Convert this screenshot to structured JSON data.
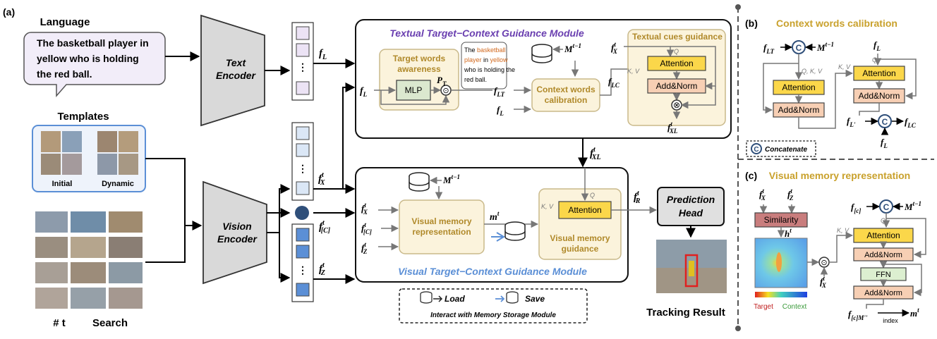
{
  "panel_a": {
    "tag": "(a)",
    "language_title": "Language",
    "language_lines": [
      "The basketball player in",
      "yellow who is holding",
      "the red ball."
    ],
    "templates_title": "Templates",
    "template_initial": "Initial",
    "template_dynamic": "Dynamic",
    "search_t": "# t",
    "search_label": "Search",
    "text_encoder": [
      "Text",
      "Encoder"
    ],
    "vision_encoder": [
      "Vision",
      "Encoder"
    ],
    "feature_labels": {
      "fL": "f",
      "fL_sub": "L",
      "fX": "f",
      "fX_sup": "t",
      "fX_sub": "X",
      "fC": "f",
      "fC_sup": "t",
      "fC_sub": "[C]",
      "fZ": "f",
      "fZ_sup": "t",
      "fZ_sub": "Z"
    },
    "textual_module": {
      "title": "Textual Target−Context Guidance Module",
      "target_words": [
        "Target words",
        "awareness"
      ],
      "mlp": "MLP",
      "pT": "P",
      "pT_sub": "T",
      "odot": "⊙",
      "example_lines": [
        "The basketball",
        "player in yellow",
        "who is holding the",
        "red ball."
      ],
      "mt1": "M",
      "mt1_sup": "t−1",
      "context_calibration": [
        "Context words",
        "calibration"
      ],
      "fLT": "f",
      "fLT_sub": "LT",
      "fL2": "f",
      "fL2_sub": "L",
      "fLC": "f",
      "fLC_sub": "LC",
      "textual_cues": "Textual cues guidance",
      "q_label": "Q",
      "kv_label": "K, V",
      "attention": "Attention",
      "addnorm": "Add&Norm",
      "otimes": "⊗",
      "fXL": "f",
      "fXL_sup": "t",
      "fXL_sub": "XL",
      "fX_in": "f",
      "fX_in_sup": "t",
      "fX_in_sub": "X"
    },
    "visual_module": {
      "title": "Visual Target−Context Guidance Module",
      "mt1": "M",
      "mt1_sup": "t−1",
      "visual_memory_repr": [
        "Visual memory",
        "representation"
      ],
      "mt": "m",
      "mt_sup": "t",
      "kv_label": "K, V",
      "q_label": "Q",
      "attention": "Attention",
      "visual_memory_guidance": [
        "Visual memory",
        "guidance"
      ],
      "fX": "f",
      "fX_sup": "t",
      "fX_sub": "X",
      "fC": "f",
      "fC_sup": "t",
      "fC_sub": "[C]",
      "fZ": "f",
      "fZ_sup": "t",
      "fZ_sub": "Z",
      "fXL": "f",
      "fXL_sup": "t",
      "fXL_sub": "XL",
      "fR": "f",
      "fR_sup": "t",
      "fR_sub": "R"
    },
    "prediction_head": [
      "Prediction",
      "Head"
    ],
    "tracking_result": "Tracking Result",
    "legend": {
      "load": "Load",
      "save": "Save",
      "caption": "Interact with Memory Storage Module"
    }
  },
  "panel_b": {
    "tag": "(b)",
    "title": "Context words calibration",
    "fLT": "f",
    "fLT_sub": "LT",
    "mt1": "M",
    "mt1_sup": "t−1",
    "c_symbol": "C",
    "qkv": "Q, K, V",
    "attention1": "Attention",
    "addnorm1": "Add&Norm",
    "fL": "f",
    "fL_sub": "L",
    "q": "Q",
    "kv": "K, V",
    "attention2": "Attention",
    "addnorm2": "Add&Norm",
    "fLp": "f",
    "fLp_sub": "L'",
    "fLC": "f",
    "fLC_sub": "LC",
    "fL_bottom": "f",
    "fL_bottom_sub": "L",
    "concatenate": "Concatenate"
  },
  "panel_c": {
    "tag": "(c)",
    "title": "Visual memory representation",
    "fX": "f",
    "fX_sup": "t",
    "fX_sub": "X",
    "fZ": "f",
    "fZ_sup": "t",
    "fZ_sub": "Z",
    "similarity": "Similarity",
    "ht": "h",
    "ht_sup": "t",
    "fC": "f",
    "fC_sub": "[c]",
    "mt1": "M",
    "mt1_sup": "t−1",
    "q": "Q",
    "kv": "K, V",
    "attention": "Attention",
    "addnorm1": "Add&Norm",
    "ffn": "FFN",
    "addnorm2": "Add&Norm",
    "fX2": "f",
    "fX2_sup": "t",
    "fX2_sub": "X",
    "target": "Target",
    "context": "Context",
    "fCM": "f",
    "fCM_sub": "[c]M''",
    "index": "index",
    "mt": "m",
    "mt_sup": "t"
  },
  "colors": {
    "module_bg": "#ffffff",
    "beige_fill": "#fbf3dc",
    "beige_stroke": "#c9b98a",
    "yellow_block": "#fbd74a",
    "addnorm_fill": "#f7cfb4",
    "mlp_fill": "#dbe8cf",
    "similarity_fill": "#c97d7d",
    "ffn_fill": "#dcefd0",
    "textual_title": "#6a3fb0",
    "visual_title": "#5b8fd6",
    "panel_title": "#c9a12c",
    "purple_token": "#ece3f5",
    "blue_token_light": "#dbe7f6",
    "blue_token": "#5b8fd6",
    "circle_fill": "#2f4f7a"
  }
}
